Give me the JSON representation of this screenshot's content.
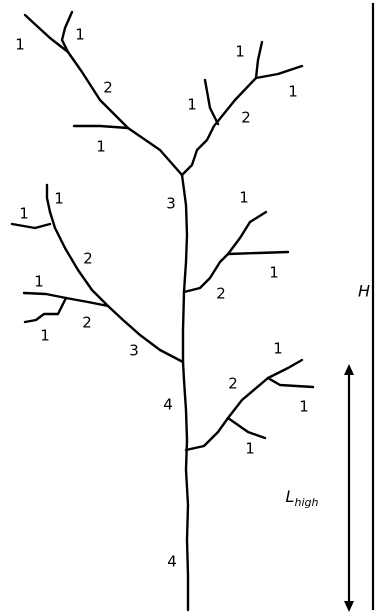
{
  "diagram": {
    "stream_orders": {
      "first": "1",
      "second": "2",
      "third": "3",
      "fourth": "4"
    },
    "dimensions": {
      "total_height": "H",
      "lower_height": "L",
      "lower_height_subscript": "high"
    },
    "colors": {
      "stroke": "#000000",
      "background": "#ffffff"
    }
  }
}
